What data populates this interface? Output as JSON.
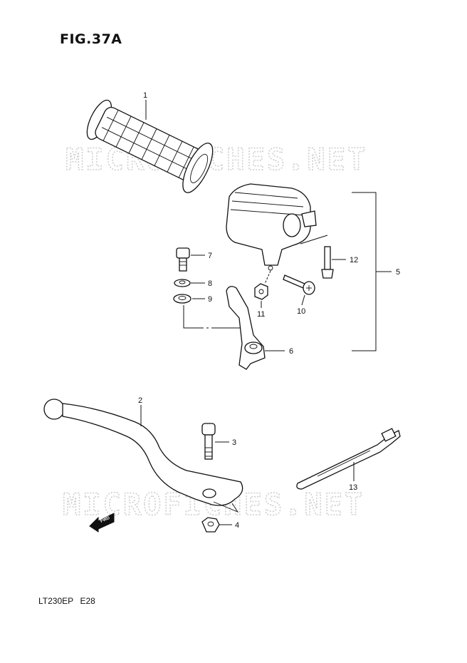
{
  "figure": {
    "title": "FIG.37A"
  },
  "model": {
    "code": "LT230EP",
    "region": "E28"
  },
  "watermarks": [
    "MICROFICHES.NET",
    "MICROFICHES.NET"
  ],
  "callouts": {
    "grip": "1",
    "lever": "2",
    "bolt_pivot": "3",
    "nut_pivot": "4",
    "switch_assy": "5",
    "choke_lever": "6",
    "bolt_small": "7",
    "washer_8": "8",
    "washer_9": "9",
    "screw_10": "10",
    "nut_11": "11",
    "screw_12": "12",
    "band": "13"
  },
  "fwd_label": "FWD",
  "colors": {
    "ink": "#111111",
    "watermark": "#cfcfcf",
    "background": "#ffffff"
  }
}
